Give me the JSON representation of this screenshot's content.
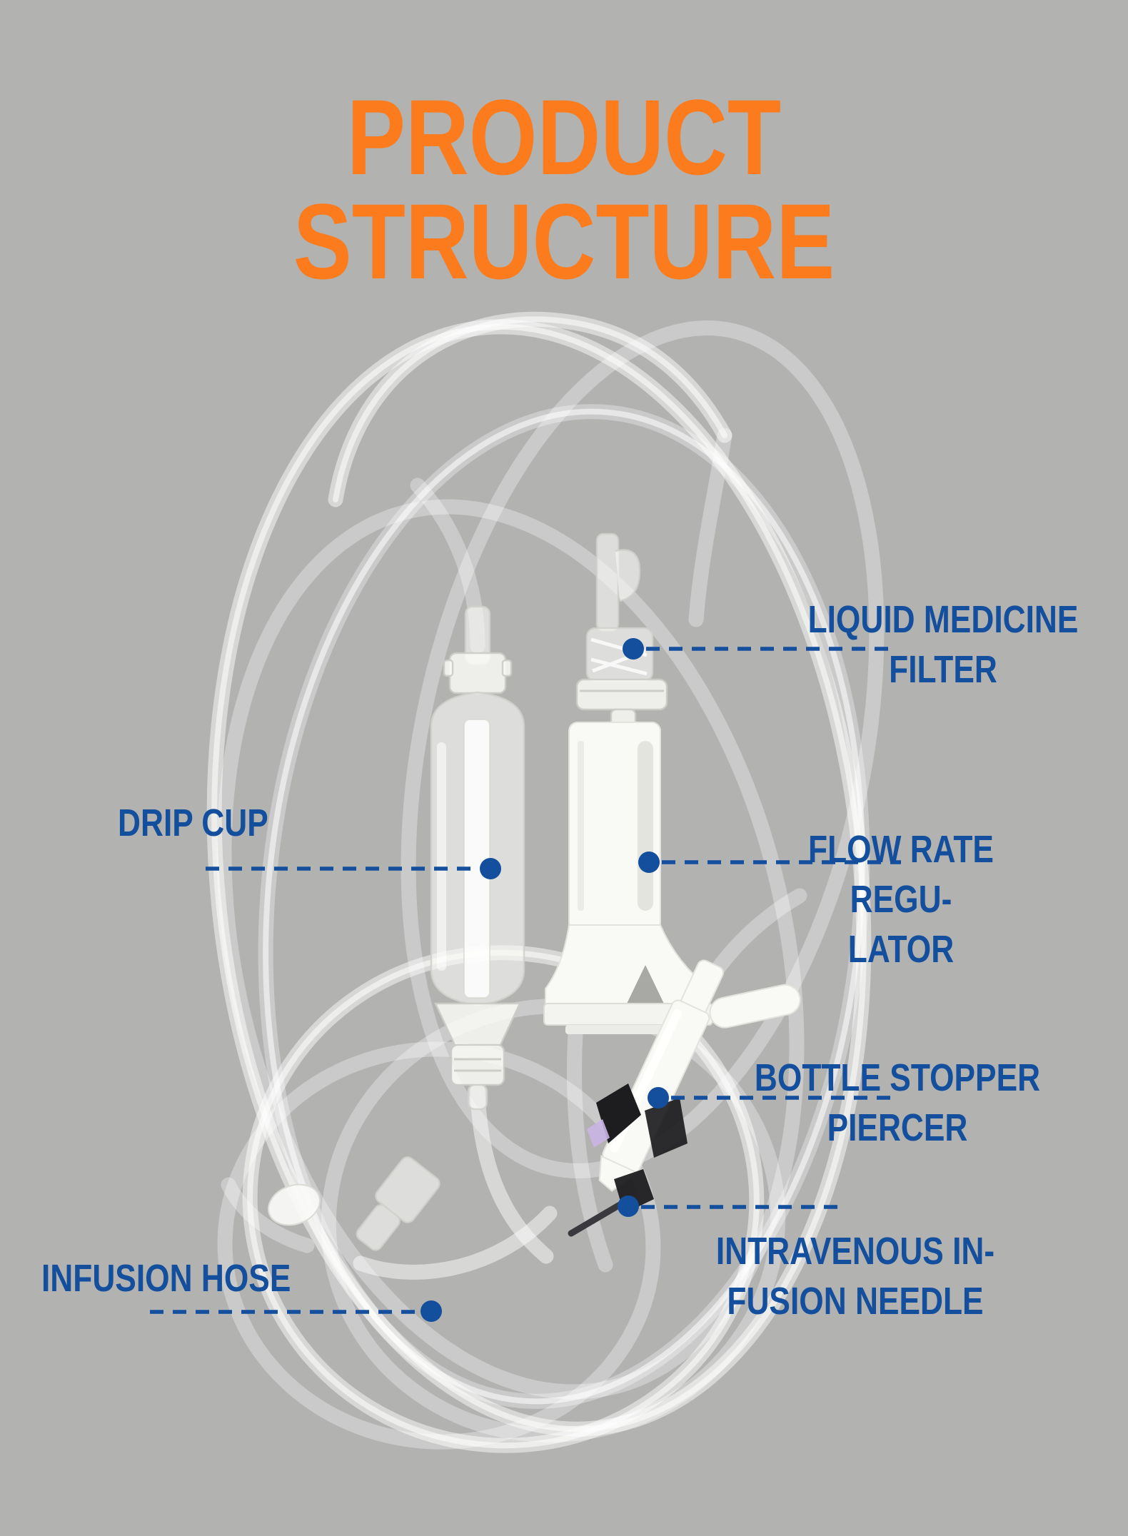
{
  "theme": {
    "background": "#b2b2b1",
    "accent_orange": "#fb7b1d",
    "accent_blue": "#134f9d"
  },
  "title": {
    "line1": "PRODUCT",
    "line2": "STRUCTURE"
  },
  "labels": {
    "liquid_medicine_filter": {
      "line1": "LIQUID MEDICINE",
      "line2": "FILTER"
    },
    "drip_cup": {
      "line1": "DRIP CUP"
    },
    "flow_rate_regulator": {
      "line1": "FLOW RATE REGU-",
      "line2": "LATOR"
    },
    "bottle_stopper_piercer": {
      "line1": "BOTTLE STOPPER",
      "line2": "PIERCER"
    },
    "infusion_hose": {
      "line1": "INFUSION HOSE"
    },
    "intravenous_infusion_needle": {
      "line1": "INTRAVENOUS IN-",
      "line2": "FUSION NEEDLE"
    }
  }
}
